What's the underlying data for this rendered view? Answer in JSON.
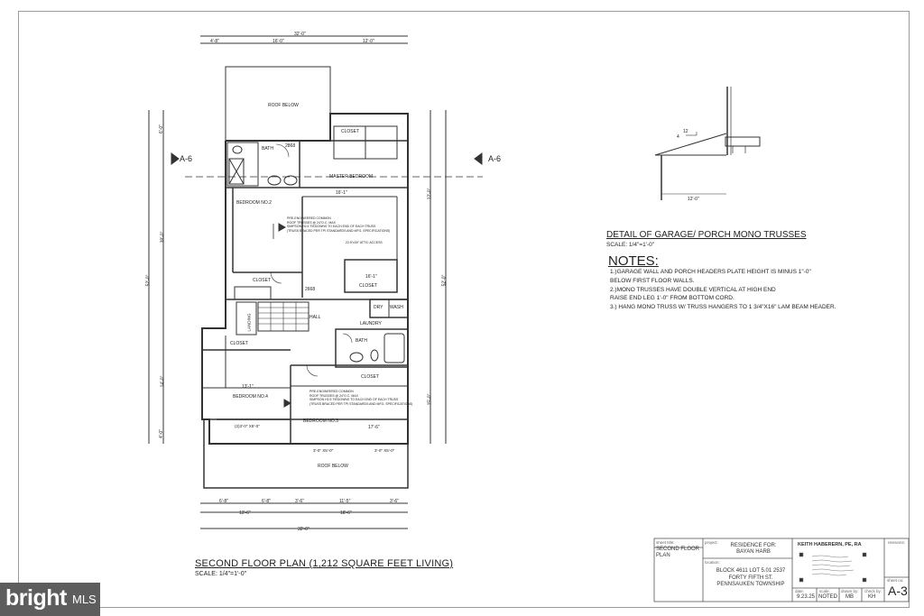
{
  "plan": {
    "title": "SECOND FLOOR PLAN (1,212 SQUARE FEET LIVING)",
    "scale": "SCALE: 1/4\"=1'-0\"",
    "section_marks": [
      "A-6",
      "A-6"
    ],
    "rooms": {
      "roof_below_top": "ROOF BELOW",
      "roof_below_bottom": "ROOF BELOW",
      "closet_top": "CLOSET",
      "bath1": "BATH",
      "master": "MASTER BEDROOM",
      "bedroom2": "BEDROOM NO.2",
      "closet_mid": "CLOSET",
      "closet_right": "CLOSET",
      "landing": "LANDING",
      "hall": "HALL",
      "dry": "DRY",
      "wash": "WASH",
      "laundry": "LAUNDRY",
      "bath2": "BATH",
      "closet_left": "CLOSET",
      "closet_bath": "CLOSET",
      "bedroom4": "BEDROOM NO.4",
      "bedroom3": "BEDROOM NO.3",
      "attic": "22.5\"x30\" ATTIC ACCESS"
    },
    "truss_notes": [
      "PRE-ENGINEERED COMMON",
      "ROOF TRUSSES @ 24\"O.C. MAX",
      "SIMPSON H2.5 TIEDOWNS TO EACH END OF EACH TRUSS",
      "(TRUSS BRACED PER TPI STANDARDS AND MFG. SPECIFICATIONS)"
    ],
    "dims": {
      "top_total": "32'-0\"",
      "top_a": "4'-8\"",
      "top_b": "16'-0\"",
      "top_c": "12'-0\"",
      "bot_a": "6'-8\"",
      "bot_b": "6'-8\"",
      "bot_c": "3'-6\"",
      "bot_d": "11'-5\"",
      "bot_e": "3'-6\"",
      "bot_f": "13'-6\"",
      "bot_g": "18'-6\"",
      "bot_total": "32'-0\"",
      "left_total": "52'-0\"",
      "right_total": "52'-0\"",
      "left_1": "6'-0\"",
      "left_2": "38'-0\"",
      "left_3": "14'-0\"",
      "left_4": "4'-0\"",
      "right_1": "12'-0\"",
      "right_2": "15'-0\"",
      "master_w": "16'-1\"",
      "closet_w": "16'-1\"",
      "bed4_w": "13'-1\"",
      "bed3_w": "17'-6\"",
      "window_1": "3'-0\" X5'-0\"",
      "window_2": "3'-0\" X5'-0\"",
      "window_3": "(2)3'-0\" X5'-0\"",
      "door_2868": "2868",
      "door_2668": "2668"
    }
  },
  "detail": {
    "title": "DETAIL OF GARAGE/ PORCH MONO TRUSSES",
    "scale": "SCALE: 1/4\"=1'-0\"",
    "pitch": "12",
    "pitch_run": "4",
    "span": "12'-0\""
  },
  "notes": {
    "title": "NOTES:",
    "lines": [
      "1.)GARAGE WALL AND PORCH HEADERS PLATE HEIGHT IS MINUS 1\"-0\"",
      "BELOW FIRST FLOOR WALLS.",
      "2.)MONO TRUSSES HAVE DOUBLE VERTICAL AT HIGH END",
      "RAISE END LEG 1'-0\" FROM BOTTOM CORD.",
      "3.) HANG MONO TRUSS W/ TRUSS HANGERS TO 1 3/4\"X16\" LAM BEAM HEADER."
    ]
  },
  "title_block": {
    "sheet_title_label": "sheet title:",
    "sheet_title": "SECOND FLOOR PLAN",
    "project_label": "project:",
    "project": "RESIDENCE FOR: BAYAN HARB",
    "location_label": "location:",
    "location": "BLOCK 4611 LOT 5.01 2537 FORTY FIFTH ST. PENNSAUKEN TOWNSHIP",
    "engineer": "KEITH HABERERN, PE, RA",
    "revisions_label": "revisions:",
    "date_label": "date:",
    "date": "9.23.25",
    "scale_label": "scale:",
    "scale": "NOTED",
    "drawn_label": "drawn by:",
    "drawn": "MB",
    "check_label": "check by:",
    "check": "KH",
    "sheet_no_label": "sheet no:",
    "sheet_no": "A-3"
  },
  "logo": {
    "word": "bright",
    "suffix": "MLS"
  }
}
